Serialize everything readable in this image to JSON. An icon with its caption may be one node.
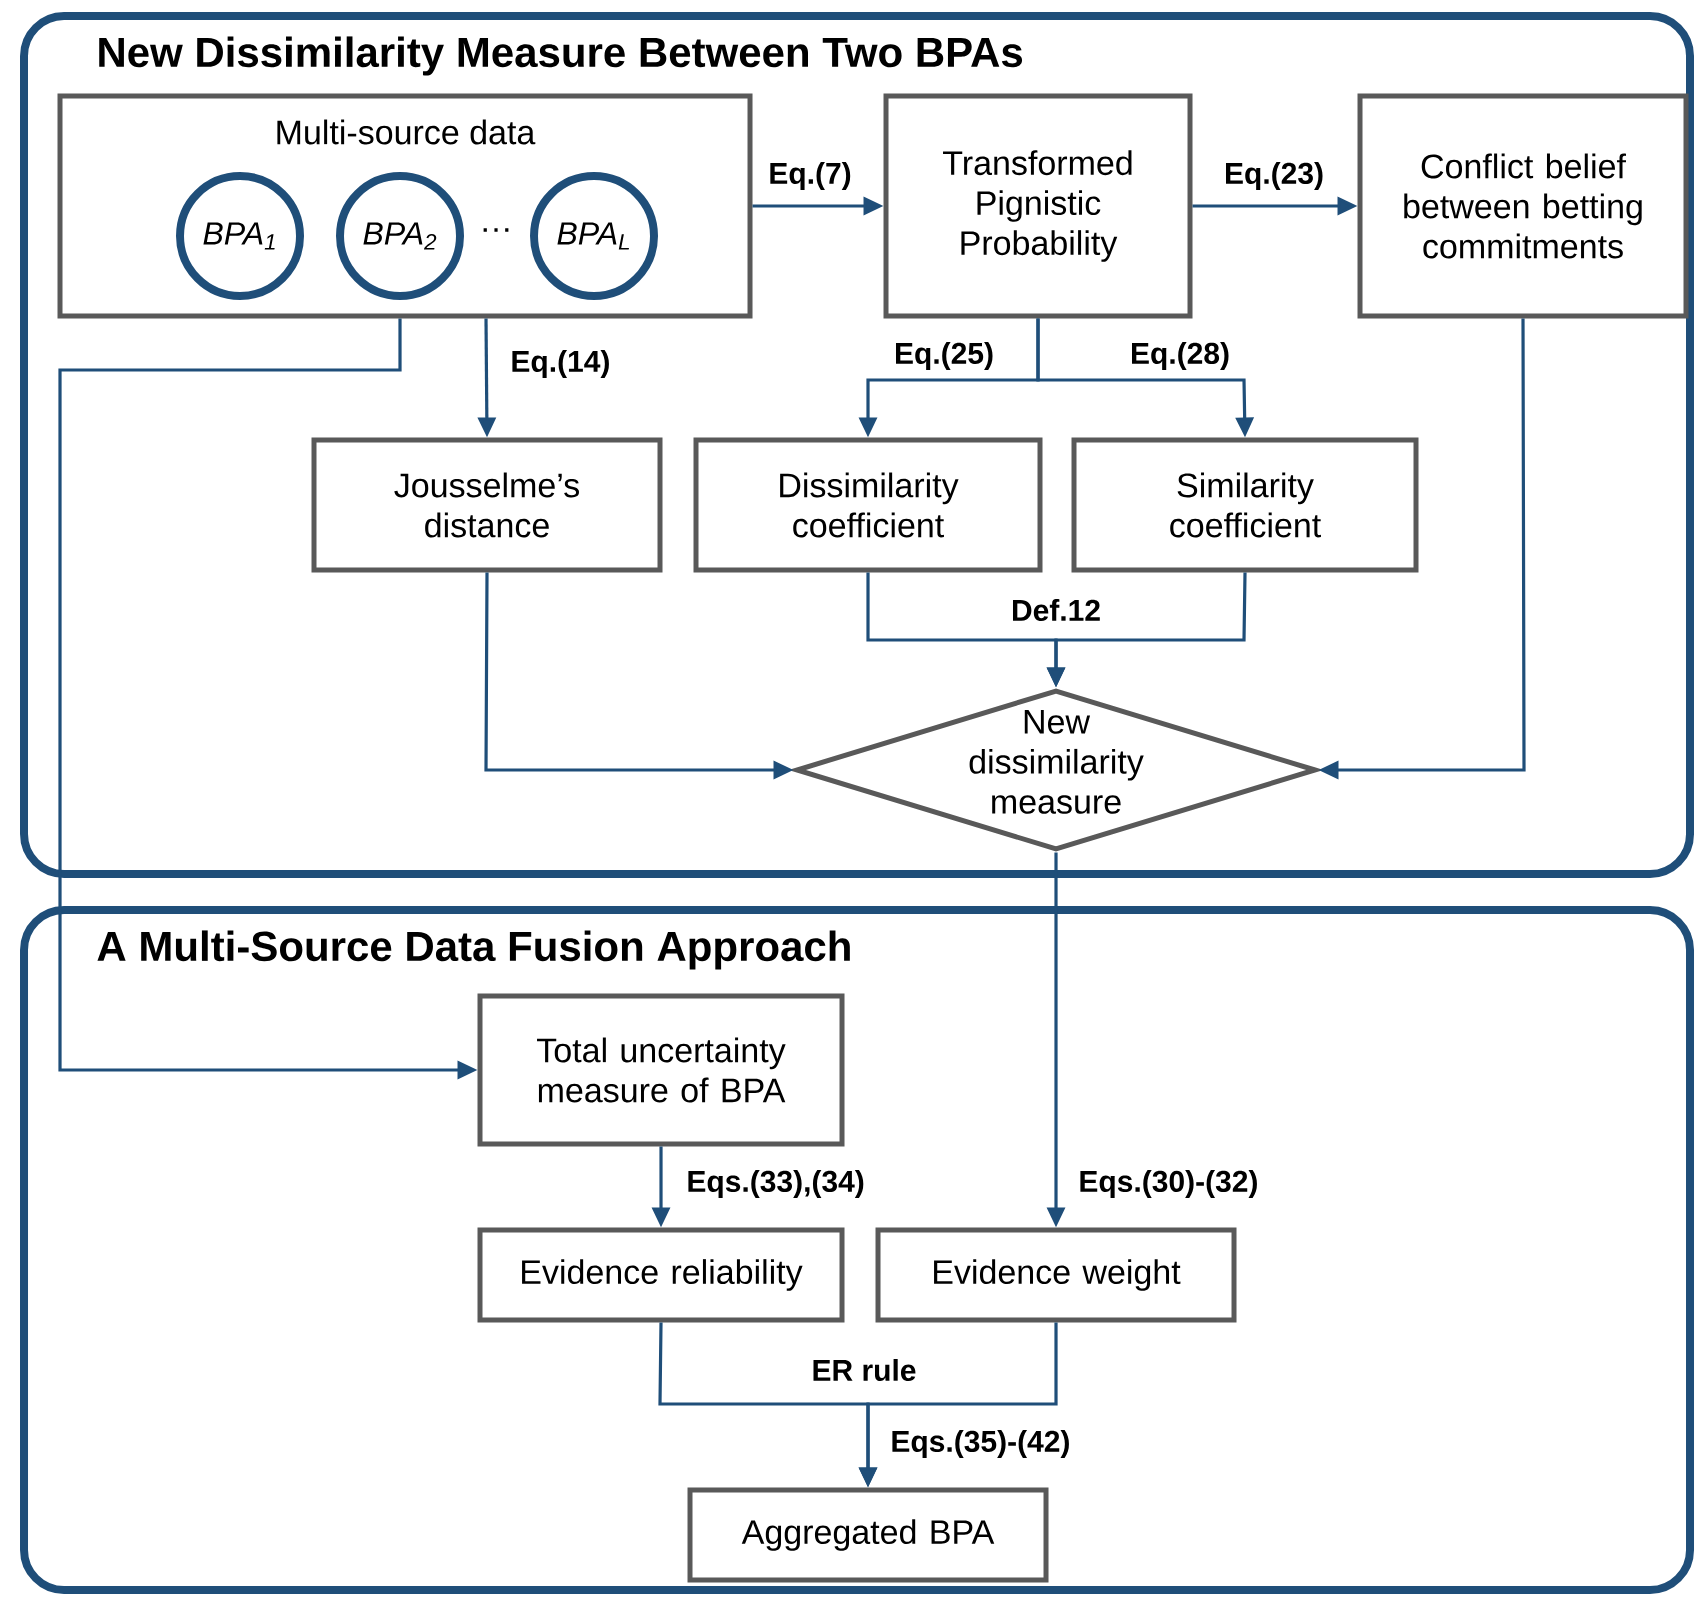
{
  "diagram": {
    "nodes": [
      {
        "text": [
          "New Dissimilarity Measure Between Two BPAs"
        ]
      },
      {
        "text": [
          "Multi-source data",
          "…"
        ],
        "in": 0
      },
      {
        "text": [
          "BPA$_{1}$"
        ],
        "in": 1
      },
      {
        "text": [
          "BPA$_{2}$"
        ],
        "in": 1
      },
      {
        "text": [
          "BPA$_{L}$"
        ],
        "in": 1
      },
      {
        "text": [
          "Transformed Pignistic Probability"
        ],
        "in": 0
      },
      {
        "text": [
          "Conflict belief between betting commitments"
        ],
        "in": 0
      },
      {
        "text": [
          "Jousselme’s distance"
        ],
        "in": 0
      },
      {
        "text": [
          "Dissimilarity coefficient"
        ],
        "in": 0
      },
      {
        "text": [
          "Similarity coefficient"
        ],
        "in": 0
      },
      {
        "text": [
          "New dissimilarity measure"
        ],
        "in": 0
      },
      {
        "text": [
          "A Multi-Source Data Fusion Approach"
        ]
      },
      {
        "text": [
          "Total uncertainty measure of BPA"
        ],
        "in": 11
      },
      {
        "text": [
          "Evidence reliability"
        ],
        "in": 11
      },
      {
        "text": [
          "Evidence weight"
        ],
        "in": 11
      },
      {
        "text": [
          "Aggregated BPA"
        ],
        "in": 11
      }
    ],
    "edges": [
      {
        "from": 1,
        "to": 5,
        "arrow": "to",
        "label": "Eq.(7)"
      },
      {
        "from": 5,
        "to": 6,
        "arrow": "to",
        "label": "Eq.(23)"
      },
      {
        "from": 1,
        "to": 7,
        "arrow": "to",
        "label": "Eq.(14)"
      },
      {
        "from": 5,
        "to": 8,
        "arrow": "to",
        "label": "Eq.(25)"
      },
      {
        "from": 5,
        "to": 9,
        "arrow": "to",
        "label": "Eq.(28)"
      },
      {
        "from": 8,
        "to": 10,
        "arrow": "to",
        "label": "Def.12"
      },
      {
        "from": 9,
        "to": 10,
        "arrow": "to"
      },
      {
        "from": 7,
        "to": 10,
        "arrow": "to"
      },
      {
        "from": 6,
        "to": 10,
        "arrow": "to"
      },
      {
        "from": 1,
        "to": 12,
        "arrow": "to"
      },
      {
        "from": 10,
        "to": 14,
        "arrow": "to",
        "label": "Eqs.(30)-(32)"
      },
      {
        "from": 12,
        "to": 13,
        "arrow": "to",
        "label": "Eqs.(33),(34)"
      },
      {
        "from": 13,
        "to": 15,
        "arrow": "to",
        "label": "ER rule"
      },
      {
        "from": 14,
        "to": 15,
        "arrow": "to",
        "label": "Eqs.(35)-(42)"
      }
    ]
  }
}
